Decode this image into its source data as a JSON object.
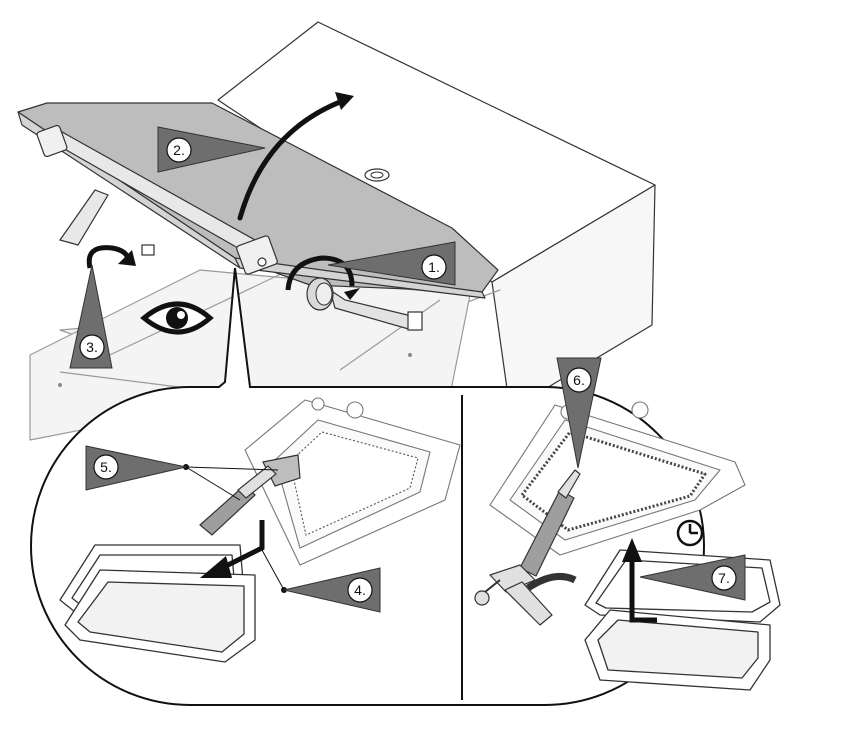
{
  "figure": {
    "colors": {
      "line": "#333333",
      "light_line": "#9a9a9a",
      "lid_fill": "#bdbdbd",
      "pointer_fill": "#6e6e6e",
      "badge_fill": "#ffffff",
      "arrow": "#111111",
      "background": "#ffffff"
    },
    "icons": {
      "inspect": "eye-icon",
      "wait": "clock-icon"
    },
    "steps": [
      {
        "label": "1."
      },
      {
        "label": "2."
      },
      {
        "label": "3."
      },
      {
        "label": "4."
      },
      {
        "label": "5."
      },
      {
        "label": "6."
      },
      {
        "label": "7."
      }
    ]
  }
}
